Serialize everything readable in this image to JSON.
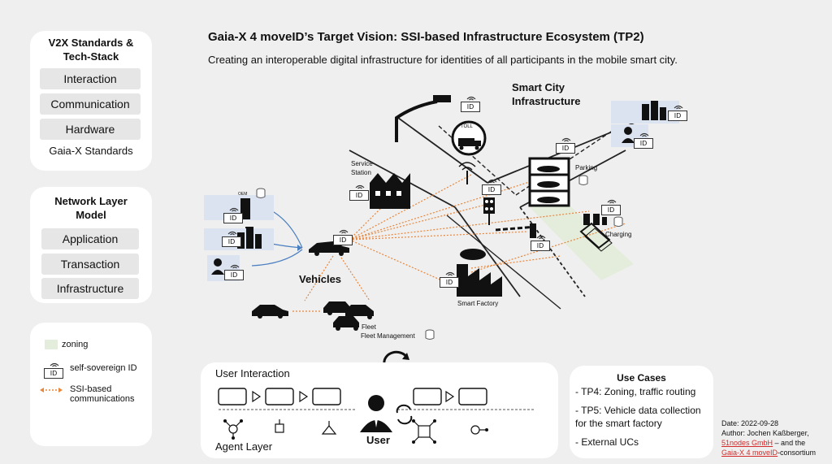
{
  "header": {
    "title": "Gaia-X 4 moveID’s Target Vision: SSI-based Infrastructure Ecosystem (TP2)",
    "subtitle": "Creating an interoperable digital infrastructure for identities of all participants in the mobile smart city."
  },
  "v2x": {
    "title": "V2X Standards & Tech-Stack",
    "items": [
      "Interaction",
      "Communication",
      "Hardware"
    ],
    "footer": "Gaia-X Standards"
  },
  "network": {
    "title": "Network Layer Model",
    "items": [
      "Application",
      "Transaction",
      "Infrastructure"
    ]
  },
  "legend": {
    "zoning": "zoning",
    "ssi_id": "self-sovereign ID",
    "ssi_comm": "SSI-based communications"
  },
  "diagram": {
    "smart_city": "Smart City Infrastructure",
    "service_station": "Service Station",
    "toll": "TOLL",
    "parking": "Parking",
    "charging": "Charging",
    "smart_factory": "Smart Factory",
    "vehicles": "Vehicles",
    "fleet": "Fleet",
    "fleet_mgmt": "Fleet Management",
    "oem": "OEM",
    "id_text": "ID"
  },
  "user": {
    "interaction": "User Interaction",
    "agent_layer": "Agent Layer",
    "user": "User"
  },
  "use_cases": {
    "title": "Use Cases",
    "items": [
      "- TP4: Zoning, traffic routing",
      "- TP5: Vehicle data collection for the smart factory",
      "- External UCs"
    ]
  },
  "footer": {
    "date": "Date: 2022-09-28",
    "author": "Author: Jochen Kaßberger,",
    "link1": "51nodes GmbH",
    "mid": " – and the",
    "link2": "Gaia-X 4 moveID",
    "tail": "-consortium"
  },
  "colors": {
    "zoning": "#e4ecdc",
    "ssi_arrow": "#e8863a",
    "bubble": "#dbe3f1",
    "link": "#d12b2b"
  }
}
